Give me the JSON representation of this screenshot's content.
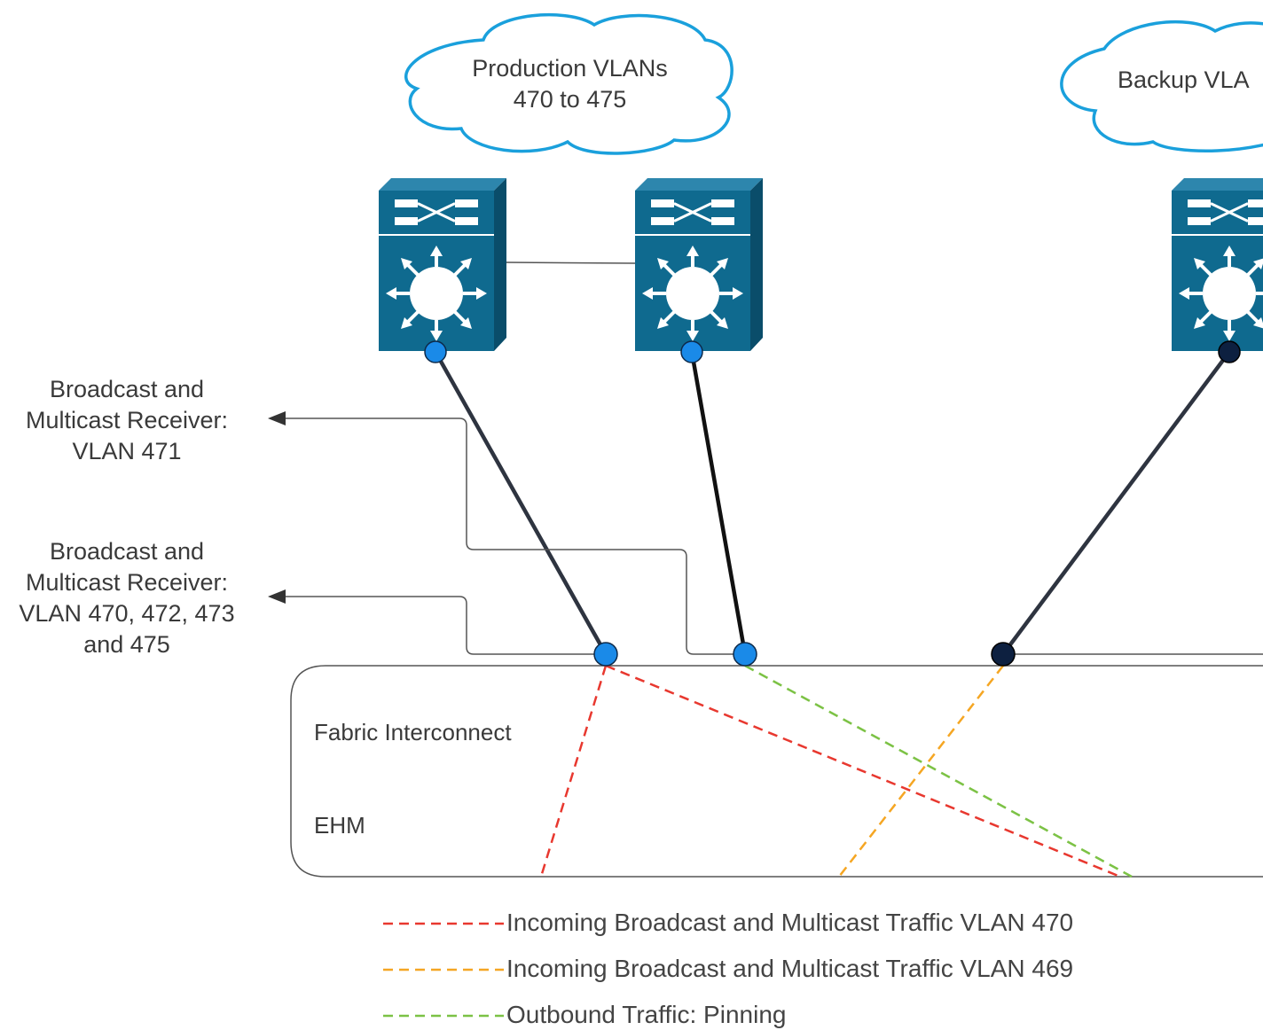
{
  "clouds": {
    "production": {
      "line1": "Production VLANs",
      "line2": "470 to 475"
    },
    "backup": {
      "line1": "Backup VLA"
    }
  },
  "receivers": {
    "vlan471": {
      "line1": "Broadcast and",
      "line2": "Multicast Receiver:",
      "line3": "VLAN 471"
    },
    "vlan470": {
      "line1": "Broadcast and",
      "line2": "Multicast Receiver:",
      "line3": "VLAN 470, 472, 473",
      "line4": "and 475"
    }
  },
  "fabric": {
    "label": "Fabric Interconnect",
    "mode": "EHM"
  },
  "legend": [
    {
      "text": "Incoming Broadcast and Multicast Traffic VLAN 470",
      "color": "#e8382f"
    },
    {
      "text": "Incoming Broadcast and Multicast Traffic VLAN 469",
      "color": "#f5a623"
    },
    {
      "text": "Outbound Traffic: Pinning",
      "color": "#7cc245"
    }
  ],
  "colors": {
    "switch": "#0f6a8f",
    "port_active": "#1a8ae8",
    "port_backup": "#0d2040",
    "cloud_stroke": "#1aa0dc",
    "link": "#2e3440"
  },
  "icons": {
    "switch": "layer3-switch-icon",
    "cloud": "cloud-icon",
    "arrow": "arrow-left-icon"
  }
}
